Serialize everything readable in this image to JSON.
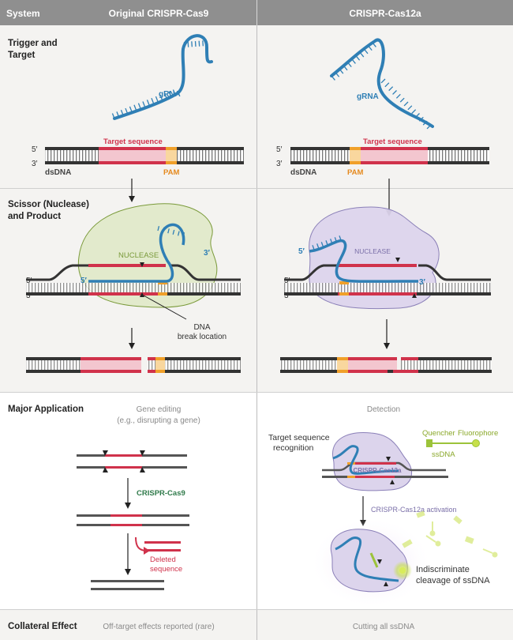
{
  "header": {
    "system": "System",
    "cas9": "Original CRISPR-Cas9",
    "cas12a": "CRISPR-Cas12a"
  },
  "sections": {
    "trigger": [
      "Trigger and",
      "Target"
    ],
    "scissor": [
      "Scissor (Nuclease)",
      "and Product"
    ],
    "application": "Major Application",
    "collateral": "Collateral Effect"
  },
  "labels": {
    "grna": "gRNA",
    "target_sequence": "Target sequence",
    "pam": "PAM",
    "dsdna": "dsDNA",
    "five_prime": "5′",
    "three_prime": "3′",
    "nuclease": "NUCLEASE",
    "dna_break": [
      "DNA",
      "break location"
    ]
  },
  "cas9": {
    "application": [
      "Gene editing",
      "(e.g., disrupting a gene)"
    ],
    "enzyme_label": "CRISPR-Cas9",
    "deleted": [
      "Deleted",
      "sequence"
    ],
    "collateral": "Off-target effects reported (rare)"
  },
  "cas12a": {
    "application": "Detection",
    "recognition": [
      "Target sequence",
      "recognition"
    ],
    "enzyme_label": "CRISPR-Cas12a",
    "activation": "CRISPR-Cas12a activation",
    "quencher": "Quencher",
    "fluorophore": "Fluorophore",
    "ssdna": "ssDNA",
    "cleavage": [
      "Indiscriminate",
      "cleavage of ssDNA"
    ],
    "collateral": "Cutting all ssDNA"
  },
  "colors": {
    "header_bg": "#8f8f8f",
    "panel_bg": "#f4f3f1",
    "grna": "#2f7fb5",
    "target": "#d0324b",
    "pam": "#f0a02a",
    "cas9_blob": "#dfe9c9",
    "cas12a_blob": "#dcd4ec"
  }
}
